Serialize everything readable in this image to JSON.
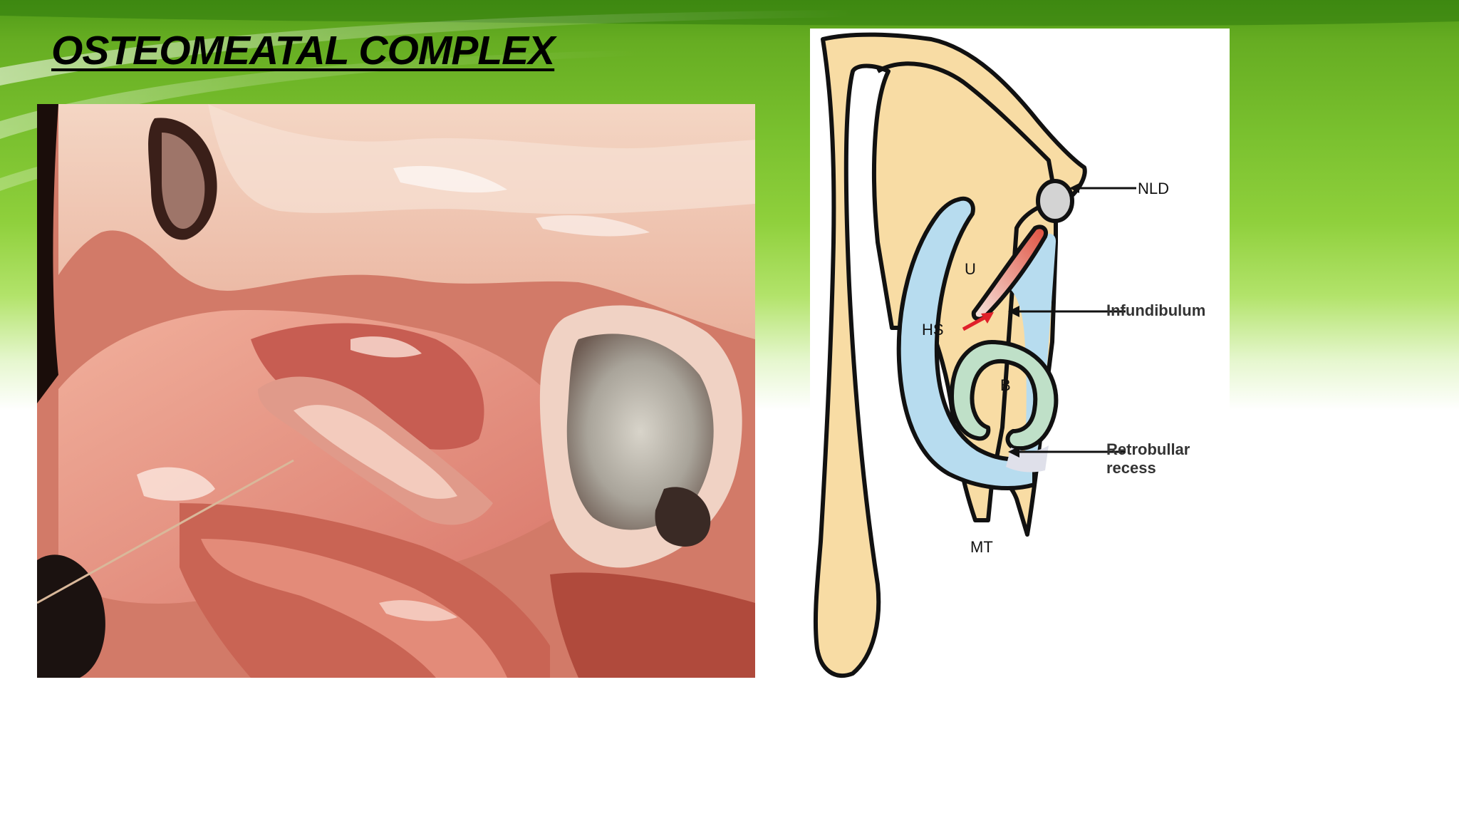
{
  "slide": {
    "title": "OSTEOMEATAL COMPLEX",
    "theme_colors": {
      "green_dark": "#3f8f12",
      "green_light": "#a9df59",
      "white": "#ffffff"
    }
  },
  "photo": {
    "description_icon": "anatomical-dissection-photo"
  },
  "diagram": {
    "labels": {
      "nld": "NLD",
      "u": "U",
      "hs": "HS",
      "infundibulum": "Infundibulum",
      "b": "B",
      "retrobullar_line1": "Retrobullar",
      "retrobullar_line2": "recess",
      "mt": "MT"
    },
    "colors": {
      "bone": "#f8dca4",
      "mucosa": "#b7dcef",
      "bulla": "#bfe0c8",
      "uncinate": "#e69588",
      "arrow_red": "#e0202a",
      "outline": "#111111"
    }
  }
}
